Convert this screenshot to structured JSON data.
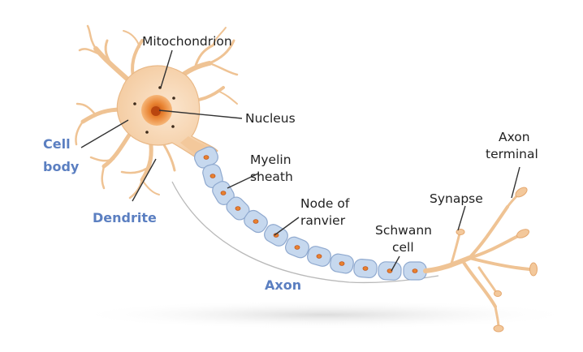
{
  "labels": {
    "mitochondrion": "Mitochondrion",
    "nucleus": "Nucleus",
    "cell_body_1": "Cell",
    "cell_body_2": "body",
    "dendrite": "Dendrite",
    "myelin_1": "Myelin",
    "myelin_2": "sheath",
    "node_1": "Node of",
    "node_2": "ranvier",
    "axon": "Axon",
    "schwann_1": "Schwann",
    "schwann_2": "cell",
    "synapse": "Synapse",
    "terminal_1": "Axon",
    "terminal_2": "terminal"
  },
  "colors": {
    "cell": "#f6d3ad",
    "cell_stroke": "#e9b988",
    "nucleus": "#e8812f",
    "myelin": "#c6d8ee",
    "myelin_stroke": "#8fa9cf",
    "blue_text": "#5b7fc1"
  }
}
